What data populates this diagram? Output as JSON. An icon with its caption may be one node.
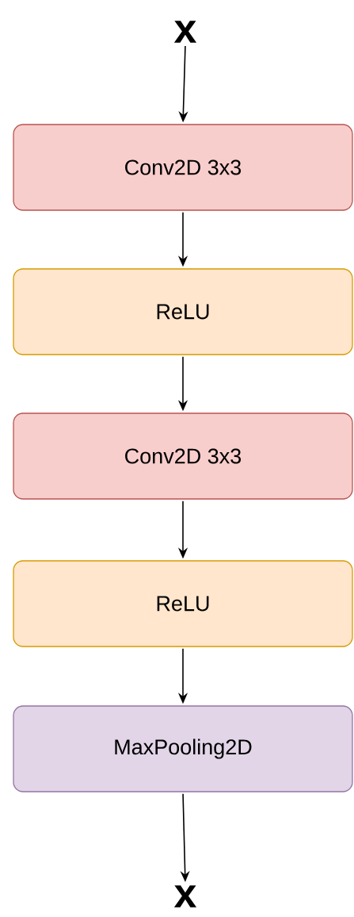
{
  "diagram": {
    "nodes": [
      {
        "text": [
          "x"
        ]
      },
      {
        "text": [
          "Conv2D 3x3"
        ]
      },
      {
        "text": [
          "ReLU"
        ]
      },
      {
        "text": [
          "Conv2D 3x3"
        ]
      },
      {
        "text": [
          "ReLU"
        ]
      },
      {
        "text": [
          "MaxPooling2D"
        ]
      },
      {
        "text": [
          "x"
        ]
      }
    ],
    "edges": [
      {
        "from": 0,
        "to": 1,
        "arrow": "to"
      },
      {
        "from": 1,
        "to": 2,
        "arrow": "to"
      },
      {
        "from": 2,
        "to": 3,
        "arrow": "to"
      },
      {
        "from": 3,
        "to": 4,
        "arrow": "to"
      },
      {
        "from": 4,
        "to": 5,
        "arrow": "to"
      },
      {
        "from": 5,
        "to": 6,
        "arrow": "to"
      }
    ]
  }
}
